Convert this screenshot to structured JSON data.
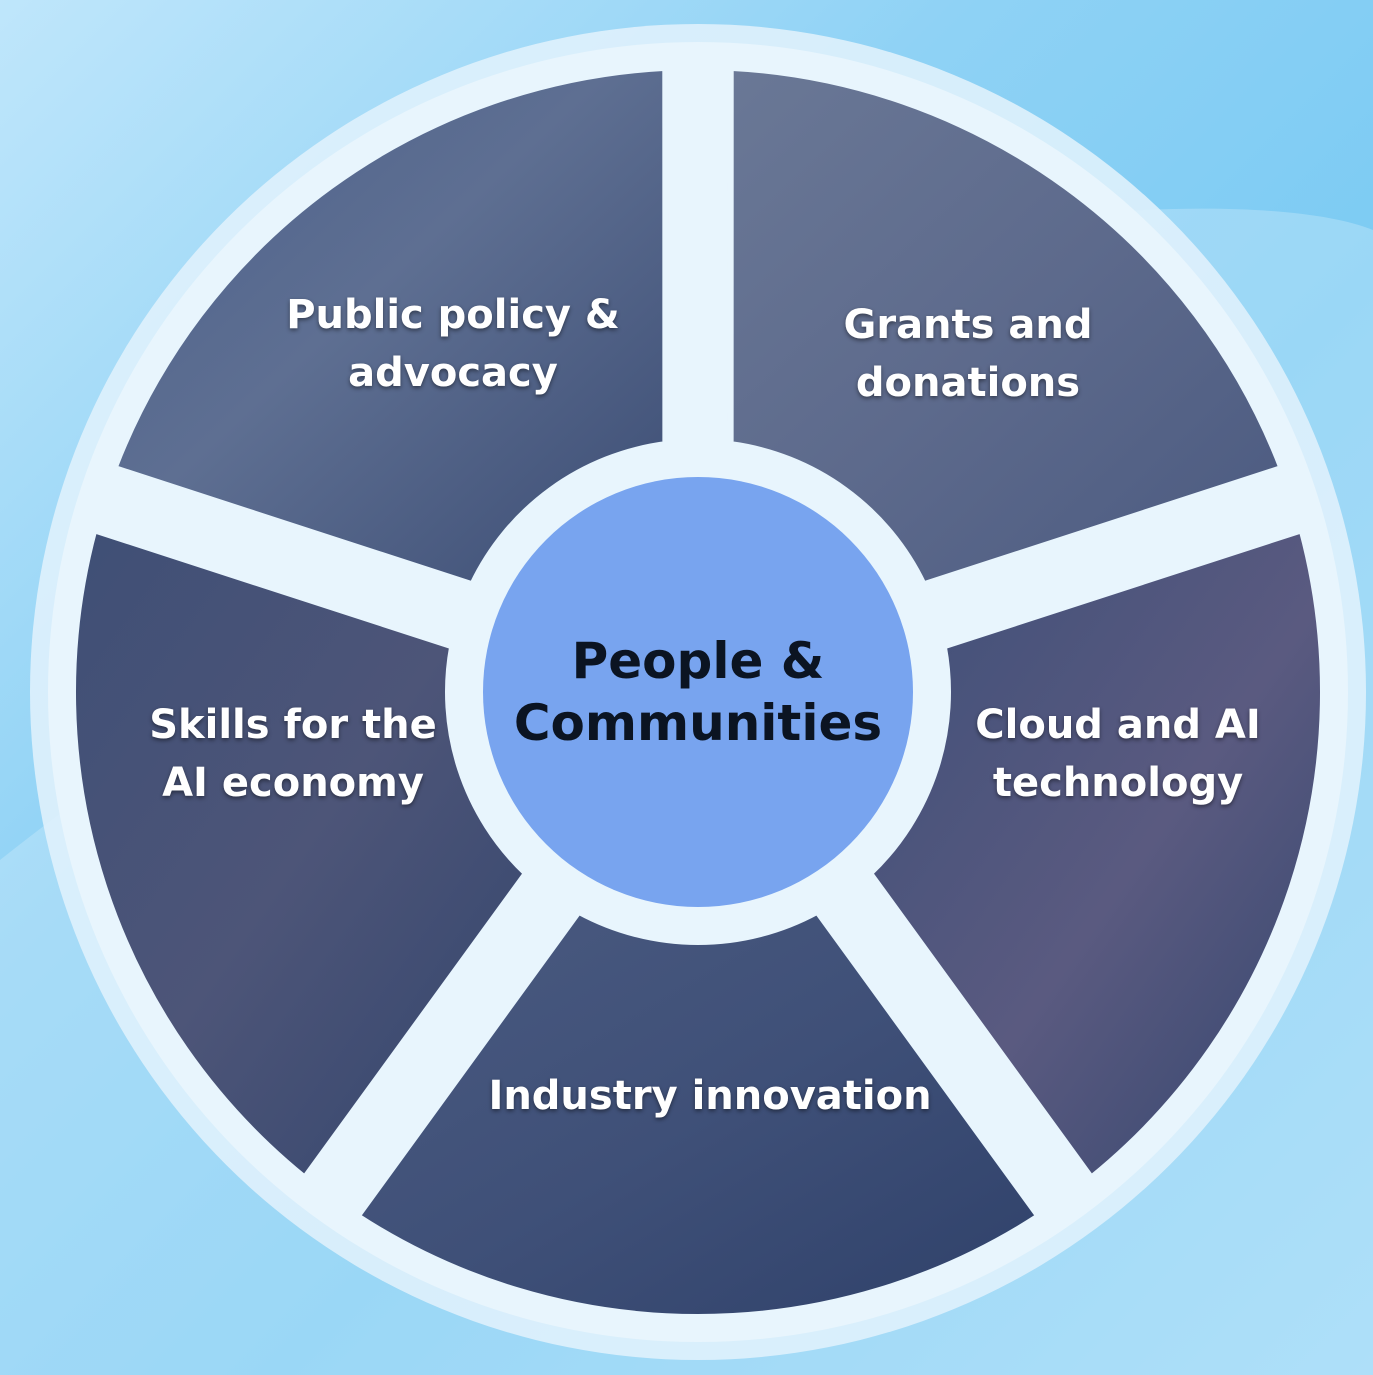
{
  "center": {
    "line1": "People &",
    "line2": "Communities",
    "color": "#78a4ef"
  },
  "segments": [
    {
      "key": "public-policy",
      "line1": "Public policy &",
      "line2": "advocacy"
    },
    {
      "key": "grants",
      "line1": "Grants and",
      "line2": "donations"
    },
    {
      "key": "cloud-ai",
      "line1": "Cloud and AI",
      "line2": "technology"
    },
    {
      "key": "industry",
      "line1": "Industry innovation",
      "line2": ""
    },
    {
      "key": "skills",
      "line1": "Skills for the",
      "line2": "AI economy"
    }
  ],
  "colors": {
    "ring": "#dff1fc",
    "segment_overlay": "#3a4d78",
    "background": "#8fd2f5"
  }
}
